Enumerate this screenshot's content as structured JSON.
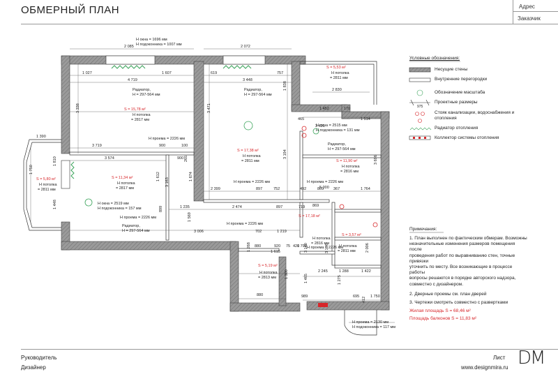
{
  "header": {
    "title": "ОБМЕРНЫЙ ПЛАН",
    "address_label": "Адрес",
    "customer_label": "Заказчик"
  },
  "footer": {
    "manager_label": "Руководитель",
    "designer_label": "Дизайнер",
    "sheet_label": "Лист",
    "website": "www.designmira.ru",
    "logo": "DM"
  },
  "legend": {
    "title": "Условные обозначения:",
    "items": [
      {
        "icon": "bearing-wall-icon",
        "label": "Несущие стены"
      },
      {
        "icon": "partition-icon",
        "label": "Внутренние перегородки"
      },
      {
        "icon": "scale-icon",
        "label": "Обозначение масштаба"
      },
      {
        "icon": "dimension-icon",
        "label": "Проектные размеры",
        "value": "975"
      },
      {
        "icon": "riser-icon",
        "label": "Стояк канализации, водоснабжения и отопления"
      },
      {
        "icon": "radiator-icon",
        "label": "Радиатор отопления"
      },
      {
        "icon": "collector-icon",
        "label": "Коллектор системы отопления"
      }
    ]
  },
  "notes": {
    "title": "Примечания:",
    "lines": [
      "1. План выполнен по фактическим обмерам. Возможны",
      "незначительные изменения размеров помещения после",
      "проведения работ по выравниванию стен, точные привязки",
      "уточнить по месту. Все возникающие в процессе работы",
      "вопросы решаются в порядке авторского надзора,",
      "совместно с дизайнером.",
      "2. Дверные проемы см. план дверей",
      "3. Чертежи смотреть совместно с развертками"
    ],
    "living_area": "Жилая площадь S = 68,46 м²",
    "balcony_area": "Площадь балконов S = 11,83 м²"
  },
  "colors": {
    "wall": "#8a8a8a",
    "accent": "#d7262a",
    "radiator": "#3aa35a"
  },
  "plan": {
    "top_heights": [
      "H окна = 1696 мм",
      "H подоконника = 1007 мм"
    ],
    "bottom_heights": [
      "H проема = 2130 мм",
      "H подоконника = 117 мм"
    ],
    "room_areas": [
      {
        "area": "S = 15,78 м²",
        "h1": "H потолка",
        "h2": "= 2817 мм"
      },
      {
        "area": "S = 17,38 м²",
        "h1": "H потолка",
        "h2": "= 2811 мм"
      },
      {
        "area": "S = 5,53 м²",
        "h1": "H потолка",
        "h2": "= 2811 мм"
      },
      {
        "area": "S = 11,90 м²",
        "h1": "H потолка",
        "h2": "= 2816 мм"
      },
      {
        "area": "S = 11,34 м²",
        "h1": "H потолка",
        "h2": "= 2817 мм"
      },
      {
        "area": "S = 5,80 м²",
        "h1": "H потолка",
        "h2": "= 2811 мм"
      },
      {
        "area": "S = 17,18 м²",
        "h1": "H потолка",
        "h2": "= 2816 мм"
      },
      {
        "area": "S = 3,57 м²",
        "h1": "H потолка",
        "h2": "= 2811 мм"
      },
      {
        "area": "S = 5,19 м²",
        "h1": "H потолка",
        "h2": "= 2813 мм"
      }
    ],
    "radiators": [
      {
        "name": "Радиатор,",
        "h": "H = 297-564 мм"
      },
      {
        "name": "Радиатор,",
        "h": "H = 297-564 мм"
      },
      {
        "name": "Радиатор,",
        "h": "H = 297-564 мм"
      },
      {
        "name": "Радиатор,",
        "h": "H = 297-564 мм"
      }
    ],
    "openings": [
      "H проема = 2226 мм",
      "H проема = 2226 мм",
      "H проема = 2226 мм",
      "H проема = 2226 мм",
      "H проема = 2226 мм",
      "H проема = 2226 мм"
    ],
    "window_small": [
      "H окна = 2515 мм",
      "H подоконника = 131 мм"
    ],
    "window_left": [
      "H окна = 2519 мм",
      "H подоконника = 157 мм"
    ],
    "dims": [
      "2 085",
      "2 072",
      "1 027",
      "1 607",
      "619",
      "757",
      "4 719",
      "3 448",
      "3 338",
      "3 471",
      "1 838",
      "2 830",
      "1 452",
      "170",
      "1 514",
      "465",
      "3 431",
      "5 000",
      "1 390",
      "1 810",
      "1 750",
      "1 448",
      "3 719",
      "900",
      "100",
      "3 574",
      "900",
      "265",
      "1 612",
      "3 163",
      "1 674",
      "3 194",
      "3 696",
      "2 399",
      "897",
      "752",
      "492",
      "809",
      "367",
      "1 764",
      "1 235",
      "2 474",
      "897",
      "719",
      "869",
      "1 569",
      "899",
      "3 006",
      "702",
      "1 219",
      "880",
      "920",
      "75",
      "420",
      "1 790",
      "1 268",
      "2 245",
      "1 615",
      "3 106",
      "1 288",
      "1 422",
      "989",
      "695",
      "1 750",
      "880",
      "1 300",
      "1 465",
      "3 140",
      "2 006",
      "1 275",
      "412"
    ]
  }
}
